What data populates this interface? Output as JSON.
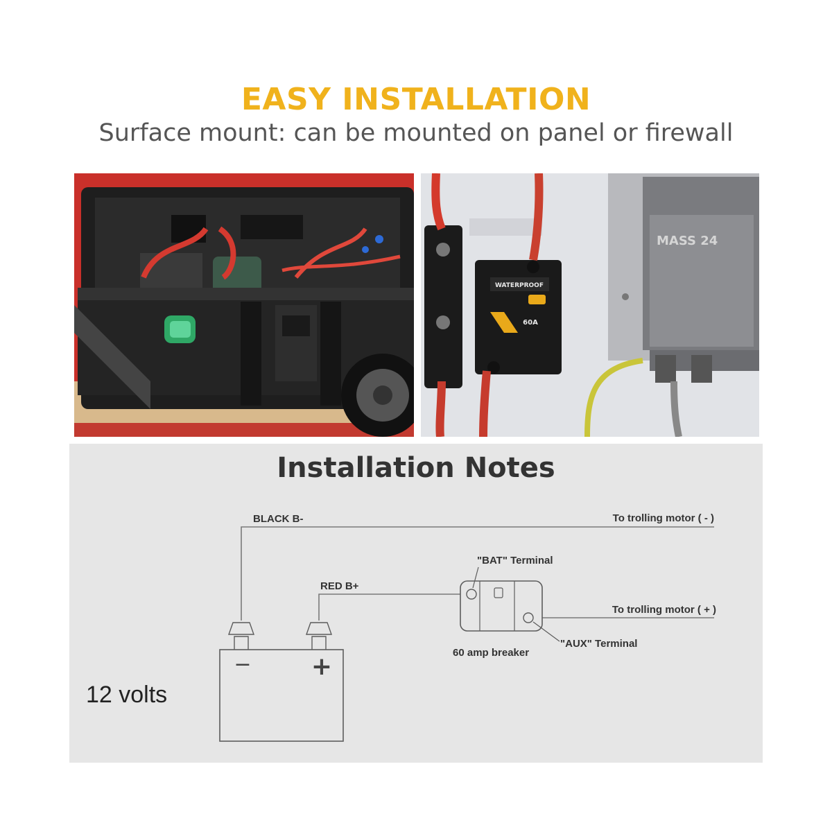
{
  "header": {
    "title": "EASY INSTALLATION",
    "subtitle": "Surface mount: can be mounted on panel or firewall",
    "title_color": "#f0b21c"
  },
  "photos": [
    {
      "name": "battery-box-photo"
    },
    {
      "name": "panel-mount-photo",
      "breaker_label": "WATERPROOF",
      "breaker_rating": "60A"
    }
  ],
  "notes": {
    "title": "Installation Notes",
    "labels": {
      "black": "BLACK B-",
      "red": "RED B+",
      "motor_neg": "To trolling motor ( - )",
      "motor_pos": "To trolling motor ( + )",
      "bat_terminal": "\"BAT\" Terminal",
      "aux_terminal": "\"AUX\" Terminal",
      "breaker": "60 amp breaker",
      "volts": "12 volts",
      "minus": "−",
      "plus": "+"
    }
  }
}
